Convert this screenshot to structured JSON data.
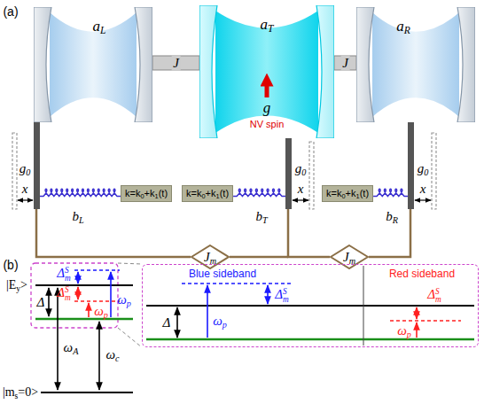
{
  "diagram": {
    "nodes": [
      {
        "text": [
          "aL"
        ]
      },
      {
        "text": [
          "aT",
          "g",
          "NV spin"
        ]
      },
      {
        "text": [
          "aR"
        ]
      },
      {
        "text": [
          "k=k0+k1(t)"
        ]
      },
      {
        "text": [
          "k=k0+k1(t)"
        ]
      },
      {
        "text": [
          "k=k0+k1(t)"
        ]
      },
      {
        "text": [
          "Jm"
        ]
      },
      {
        "text": [
          "Jm"
        ]
      },
      {
        "text": [
          "Blue sideband",
          "Red sideband"
        ]
      }
    ],
    "edges": [
      {
        "from": 0,
        "to": 1,
        "label": "J",
        "arrow": "none"
      },
      {
        "from": 1,
        "to": 2,
        "label": "J",
        "arrow": "none"
      }
    ],
    "labels": [
      "(a)",
      "g0",
      "x",
      "bL",
      "g0",
      "x",
      "bT",
      "g0",
      "x",
      "bR",
      "(b)",
      "|Ey>",
      "|ms=0>",
      "Δ",
      "ΔmS",
      "ΔmS",
      "ωp",
      "ωp",
      "ωA",
      "ωc",
      "Δ",
      "ωp",
      "ΔmS",
      "ΔmS",
      "ωp"
    ]
  }
}
